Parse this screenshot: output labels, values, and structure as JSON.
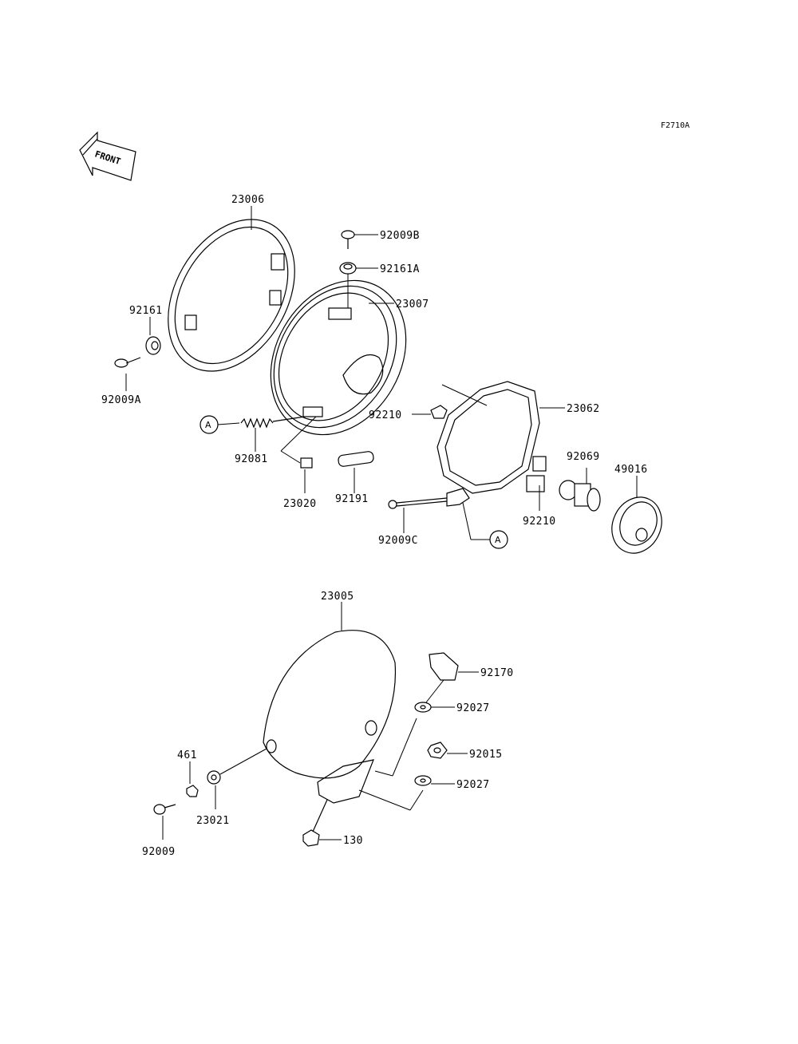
{
  "figure_code": "F2710A",
  "front_arrow_label": "FRONT",
  "ref_marker": "A",
  "parts": {
    "p23006": "23006",
    "p92009B": "92009B",
    "p92161A": "92161A",
    "p23007": "23007",
    "p92161": "92161",
    "p92009A": "92009A",
    "p92210_top": "92210",
    "p23062": "23062",
    "p92081": "92081",
    "p92069": "92069",
    "p49016": "49016",
    "p23020": "23020",
    "p92191": "92191",
    "p92210_bottom": "92210",
    "p92009C": "92009C",
    "p23005": "23005",
    "p92170": "92170",
    "p92027_top": "92027",
    "p461": "461",
    "p92015": "92015",
    "p92027_bottom": "92027",
    "p23021": "23021",
    "p130": "130",
    "p92009": "92009"
  }
}
